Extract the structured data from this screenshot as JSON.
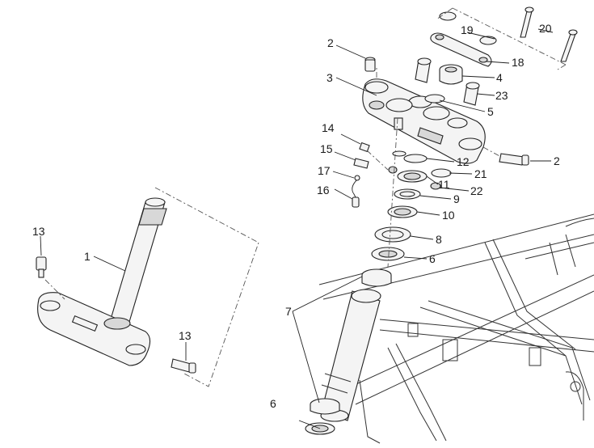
{
  "title": "",
  "callouts": [
    "1",
    "2",
    "2",
    "3",
    "4",
    "5",
    "6",
    "6",
    "7",
    "8",
    "9",
    "10",
    "11",
    "12",
    "13",
    "13",
    "14",
    "15",
    "16",
    "17",
    "18",
    "19",
    "20",
    "21",
    "22",
    "23"
  ]
}
